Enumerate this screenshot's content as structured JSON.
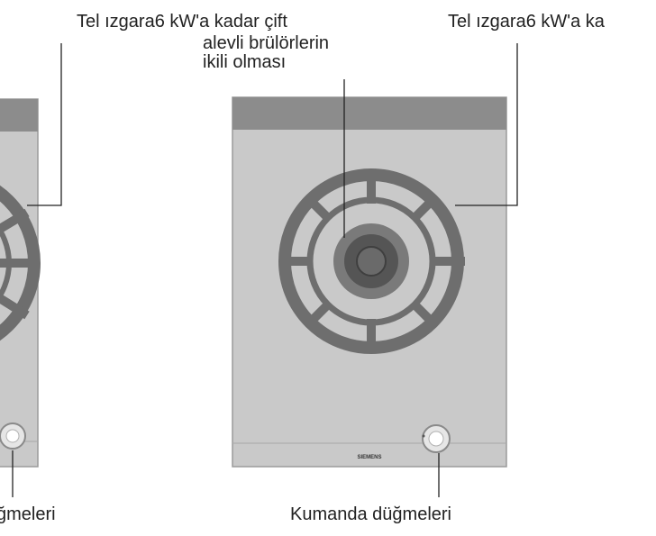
{
  "labels": {
    "top_left": "Tel ızgara6 kW'a kadar çift",
    "top_middle_line1": "alevli brülörlerin",
    "top_middle_line2": "ikili olması",
    "top_right": "Tel ızgara6 kW'a ka",
    "bottom_left": "ğmeleri",
    "bottom_right": "Kumanda düğmeleri"
  },
  "brand": "SIEMENS",
  "colors": {
    "panel": "#c9c9c9",
    "panel_top_strip": "#8c8c8c",
    "grate": "#6e6e6e",
    "burner": "#555555",
    "knob": "#e6e6e6",
    "leader_line": "#222222"
  }
}
